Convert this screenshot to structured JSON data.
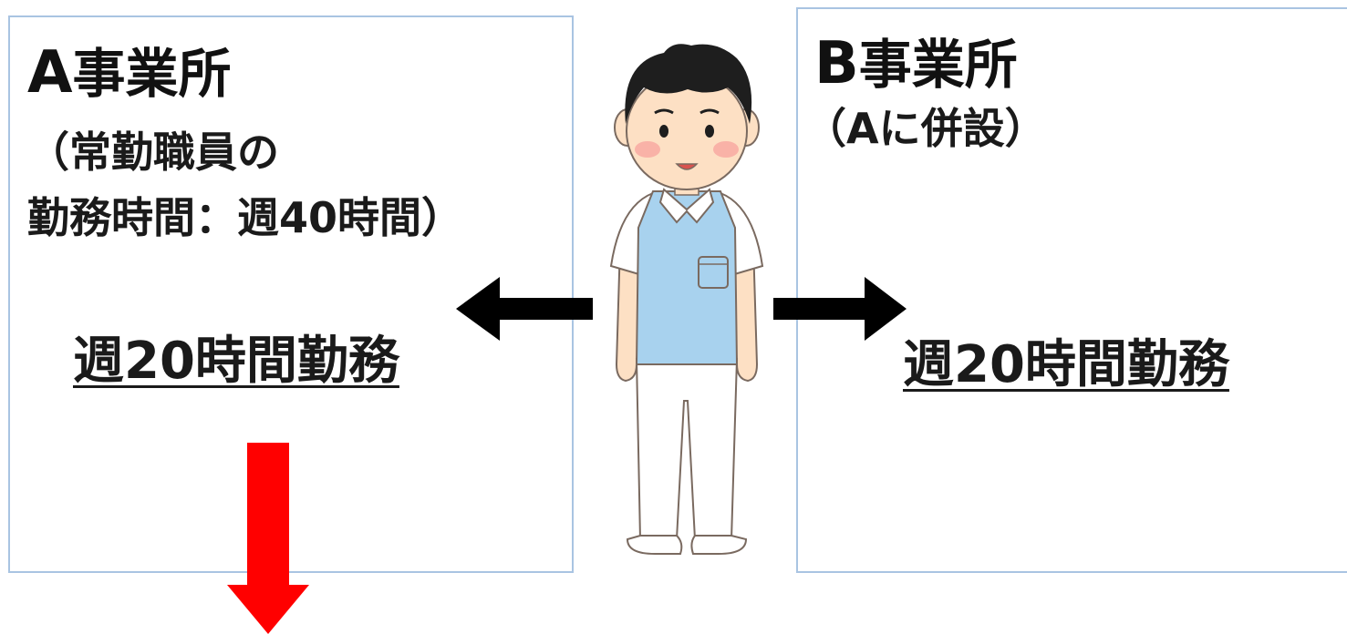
{
  "office_a": {
    "letter": "A",
    "title": "事業所",
    "subtitle_line1": "（常勤職員の",
    "subtitle_line2": "勤務時間：週40時間）",
    "work_label": "週20時間勤務"
  },
  "office_b": {
    "letter": "B",
    "title": "事業所",
    "subtitle_line1": "（Aに併設）",
    "work_label": "週20時間勤務"
  },
  "colors": {
    "box_border": "#a9c4e2",
    "arrow_black": "#000000",
    "arrow_red": "#ff0000",
    "shirt": "#a8d2ee",
    "pants": "#ffffff"
  },
  "icons": {
    "worker": "caregiver-figure-icon",
    "arrow_left": "arrow-left-icon",
    "arrow_right": "arrow-right-icon",
    "arrow_down": "arrow-down-icon"
  }
}
